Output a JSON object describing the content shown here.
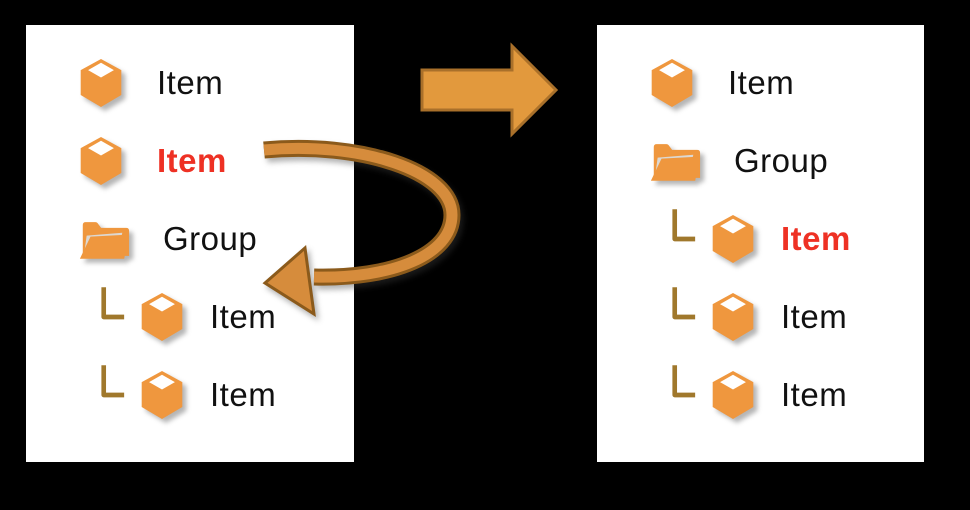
{
  "diagram": {
    "description": "before-after tree reorganization: highlighted Item moved into Group",
    "colors": {
      "background": "#000000",
      "panel": "#ffffff",
      "icon_orange": "#EF973E",
      "folder_paper": "#DCD8D2",
      "connector": "#A0782C",
      "label_text": "#111111",
      "label_highlight": "#EE3124",
      "arrow_fill": "#E2993D",
      "arrow_border": "#A9702A",
      "curve_fill": "#D68C3C",
      "curve_border": "#8B5A1B"
    },
    "left_panel": {
      "name": "before-panel",
      "rows": [
        {
          "icon": "box-icon",
          "label": "Item",
          "indent": false,
          "highlight": false
        },
        {
          "icon": "box-icon",
          "label": "Item",
          "indent": false,
          "highlight": true
        },
        {
          "icon": "open-folder-icon",
          "label": "Group",
          "indent": false,
          "highlight": false
        },
        {
          "icon": "box-icon",
          "label": "Item",
          "indent": true,
          "highlight": false
        },
        {
          "icon": "box-icon",
          "label": "Item",
          "indent": true,
          "highlight": false
        }
      ]
    },
    "right_panel": {
      "name": "after-panel",
      "rows": [
        {
          "icon": "box-icon",
          "label": "Item",
          "indent": false,
          "highlight": false
        },
        {
          "icon": "open-folder-icon",
          "label": "Group",
          "indent": false,
          "highlight": false
        },
        {
          "icon": "box-icon",
          "label": "Item",
          "indent": true,
          "highlight": true
        },
        {
          "icon": "box-icon",
          "label": "Item",
          "indent": true,
          "highlight": false
        },
        {
          "icon": "box-icon",
          "label": "Item",
          "indent": true,
          "highlight": false
        }
      ]
    },
    "arrows": {
      "transform": "right-arrow",
      "move": "curved-move-arrow"
    }
  }
}
